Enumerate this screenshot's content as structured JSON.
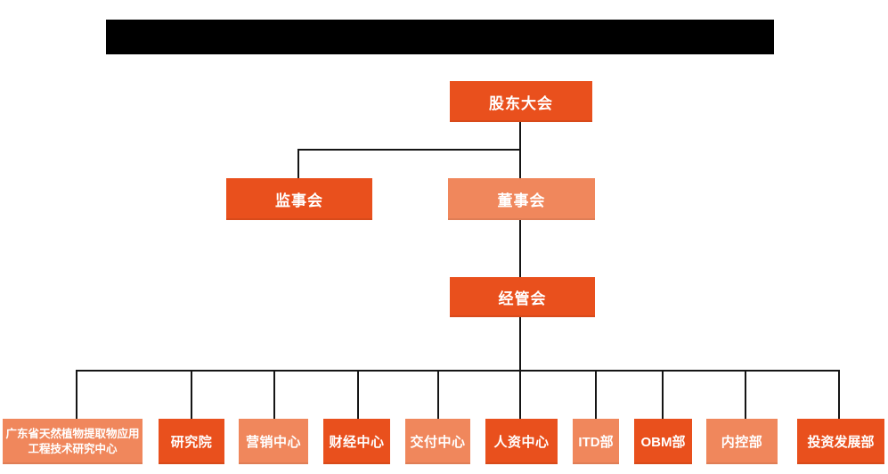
{
  "colors": {
    "primary": "#E9501D",
    "secondary": "#F0875C",
    "line": "#151515",
    "redaction": "#000000",
    "node_text": "#FFFFFF",
    "background": "#FFFFFF"
  },
  "chart": {
    "nodes": {
      "shareholders": {
        "label": "股东大会",
        "tone": "primary"
      },
      "supervisors": {
        "label": "监事会",
        "tone": "primary"
      },
      "directors": {
        "label": "董事会",
        "tone": "secondary"
      },
      "management": {
        "label": "经管会",
        "tone": "primary"
      }
    },
    "departments": [
      {
        "label": "广东省天然植物提取物应用工程技术研究中心",
        "tone": "secondary"
      },
      {
        "label": "研究院",
        "tone": "primary"
      },
      {
        "label": "营销中心",
        "tone": "secondary"
      },
      {
        "label": "财经中心",
        "tone": "primary"
      },
      {
        "label": "交付中心",
        "tone": "secondary"
      },
      {
        "label": "人资中心",
        "tone": "primary"
      },
      {
        "label": "ITD部",
        "tone": "secondary"
      },
      {
        "label": "OBM部",
        "tone": "primary"
      },
      {
        "label": "内控部",
        "tone": "secondary"
      },
      {
        "label": "投资发展部",
        "tone": "primary"
      }
    ]
  }
}
